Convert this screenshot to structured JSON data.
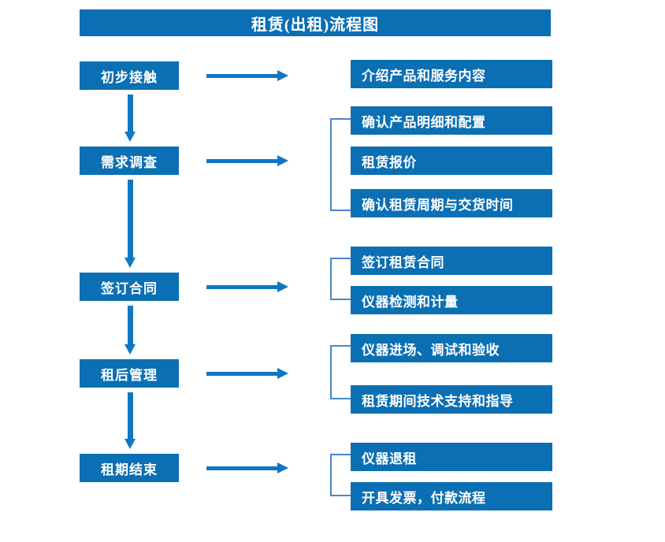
{
  "title": "租赁(出租)流程图",
  "colors": {
    "box_blue": "#0b6fb4",
    "arrow_blue": "#0f76c4",
    "bracket_blue": "#4a86c8",
    "text_white": "#ffffff",
    "background": "#ffffff"
  },
  "stages": [
    {
      "id": "initial-contact",
      "label": "初步接触"
    },
    {
      "id": "needs-survey",
      "label": "需求调查"
    },
    {
      "id": "sign-contract",
      "label": "签订合同"
    },
    {
      "id": "post-rental",
      "label": "租后管理"
    },
    {
      "id": "lease-end",
      "label": "租期结束"
    }
  ],
  "details": [
    {
      "id": "introduce-products",
      "label": "介绍产品和服务内容"
    },
    {
      "id": "confirm-spec",
      "label": "确认产品明细和配置"
    },
    {
      "id": "rental-quote",
      "label": "租赁报价"
    },
    {
      "id": "confirm-period",
      "label": "确认租赁周期与交货时间"
    },
    {
      "id": "sign-lease-contract",
      "label": "签订租赁合同"
    },
    {
      "id": "instrument-test",
      "label": "仪器检测和计量"
    },
    {
      "id": "instrument-install",
      "label": "仪器进场、调试和验收"
    },
    {
      "id": "technical-support",
      "label": "租赁期间技术支持和指导"
    },
    {
      "id": "instrument-return",
      "label": "仪器退租"
    },
    {
      "id": "invoice-payment",
      "label": "开具发票，付款流程"
    }
  ]
}
